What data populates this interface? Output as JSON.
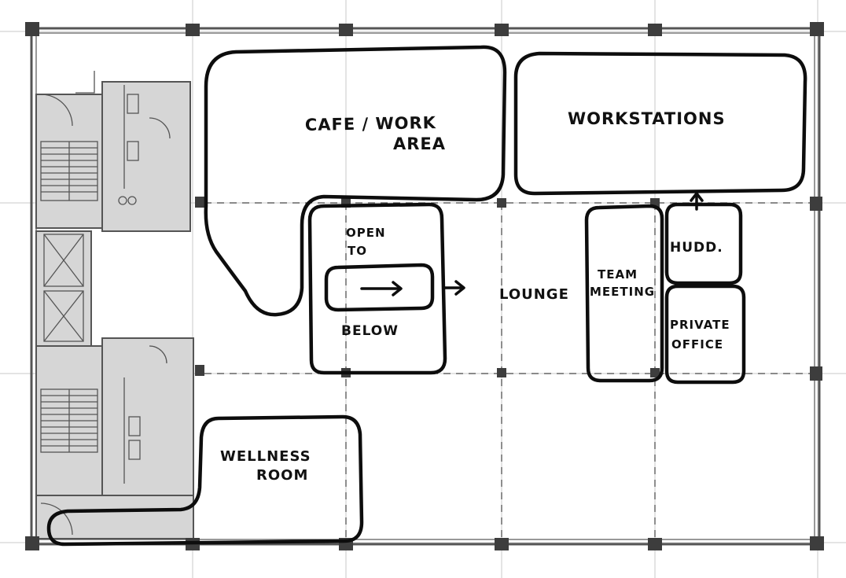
{
  "labels": {
    "cafe_line1": "CAFE / WORK",
    "cafe_line2": "AREA",
    "workstations": "WORKSTATIONS",
    "open_line1": "OPEN",
    "open_line2": "TO",
    "open_line3": "BELOW",
    "lounge": "LOUNGE",
    "team_line1": "TEAM",
    "team_line2": "MEETING",
    "huddle": "HUDD.",
    "private_line1": "PRIVATE",
    "private_line2": "OFFICE",
    "wellness_line1": "WELLNESS",
    "wellness_line2": "ROOM"
  },
  "colors": {
    "ink": "#0d0d0d",
    "core_fill": "#d6d6d6",
    "grid": "#c9c9c9",
    "paper": "#ffffff"
  }
}
